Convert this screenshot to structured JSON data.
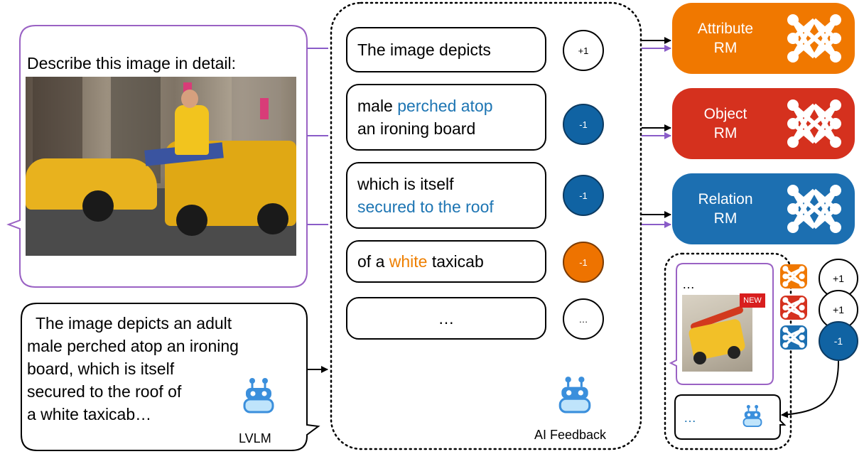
{
  "prompt": {
    "text": "Describe this image in detail:"
  },
  "response": {
    "lines": [
      "The image depicts an adult",
      "male perched atop an ironing",
      "board, which is itself",
      "secured to the roof of",
      "a white taxicab…"
    ],
    "model_label": "LVLM"
  },
  "segments": [
    {
      "parts": [
        {
          "text": "The image depicts",
          "color": "black"
        }
      ],
      "score": "+1",
      "score_style": "white"
    },
    {
      "parts": [
        {
          "text": "male ",
          "color": "black"
        },
        {
          "text": "perched atop",
          "color": "blue"
        },
        {
          "text": "an ironing board",
          "color": "black",
          "break_before": true
        }
      ],
      "score": "-1",
      "score_style": "dark"
    },
    {
      "parts": [
        {
          "text": "which is itself",
          "color": "black"
        },
        {
          "text": "secured to the roof",
          "color": "blue",
          "break_before": true
        }
      ],
      "score": "-1",
      "score_style": "dark"
    },
    {
      "parts": [
        {
          "text": "of a ",
          "color": "black"
        },
        {
          "text": "white",
          "color": "orange"
        },
        {
          "text": " taxicab",
          "color": "black"
        }
      ],
      "score": "-1",
      "score_style": "orange"
    },
    {
      "parts": [
        {
          "text": "…",
          "color": "black"
        }
      ],
      "score": "…",
      "score_style": "white"
    }
  ],
  "feedback_label": "AI Feedback",
  "reward_models": [
    {
      "name": "Attribute",
      "suffix": "RM",
      "color": "#f07800"
    },
    {
      "name": "Object",
      "suffix": "RM",
      "color": "#d5311e"
    },
    {
      "name": "Relation",
      "suffix": "RM",
      "color": "#1c6fb1"
    }
  ],
  "new_sample": {
    "text": "…",
    "badge": "NEW",
    "scores": [
      "+1",
      "+1",
      "-1"
    ],
    "output_text": "…"
  },
  "colors": {
    "blue": "#1d75b3",
    "orange": "#ee7f00",
    "purple": "#8a5cc8"
  }
}
